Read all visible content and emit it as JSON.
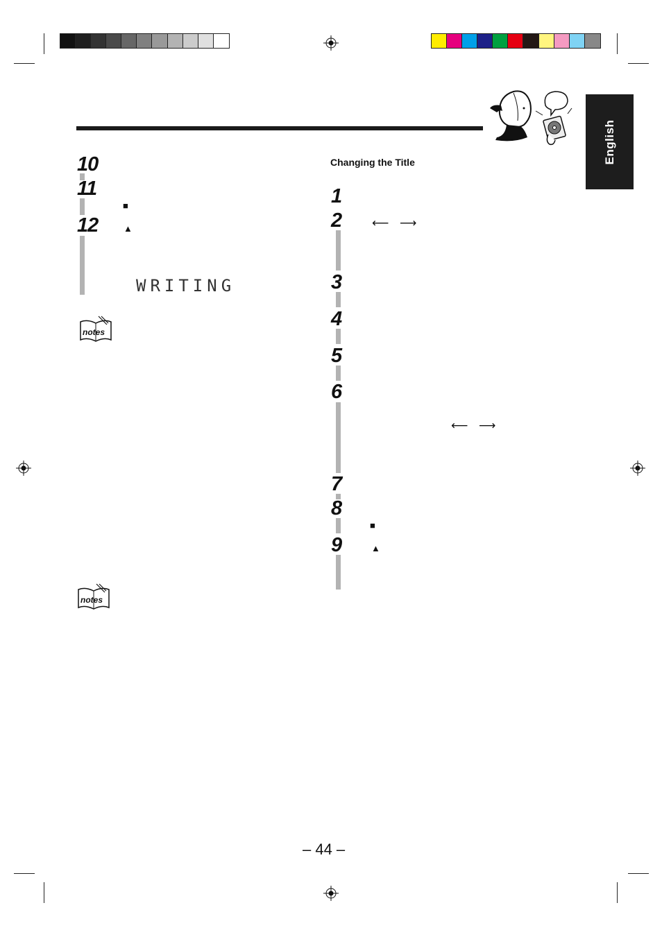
{
  "print_marks": {
    "grayscale_bar": [
      "#111111",
      "#1f1f1f",
      "#333333",
      "#4a4a4a",
      "#666666",
      "#808080",
      "#999999",
      "#b3b3b3",
      "#cccccc",
      "#e0e0e0",
      "#ffffff"
    ],
    "color_bar": [
      "#ffec00",
      "#e6007e",
      "#00a0e9",
      "#1d2088",
      "#00a040",
      "#e60012",
      "#231815",
      "#fff57f",
      "#f49ac1",
      "#7fd3f4",
      "#888888"
    ]
  },
  "language_tab": "English",
  "left_column": {
    "steps": [
      {
        "number": "10"
      },
      {
        "number": "11",
        "symbol": "■"
      },
      {
        "number": "12",
        "symbol": "▲"
      }
    ],
    "display_text": "WRITING",
    "notes_label": "notes"
  },
  "right_column": {
    "subheading": "Changing the Title",
    "steps": [
      {
        "number": "1"
      },
      {
        "number": "2",
        "arrows": [
          "⟵",
          "⟶"
        ]
      },
      {
        "number": "3"
      },
      {
        "number": "4"
      },
      {
        "number": "5"
      },
      {
        "number": "6",
        "arrows": [
          "⟵",
          "⟶"
        ]
      },
      {
        "number": "7"
      },
      {
        "number": "8",
        "symbol": "■"
      },
      {
        "number": "9",
        "symbol": "▲"
      }
    ]
  },
  "page_number": "– 44 –"
}
